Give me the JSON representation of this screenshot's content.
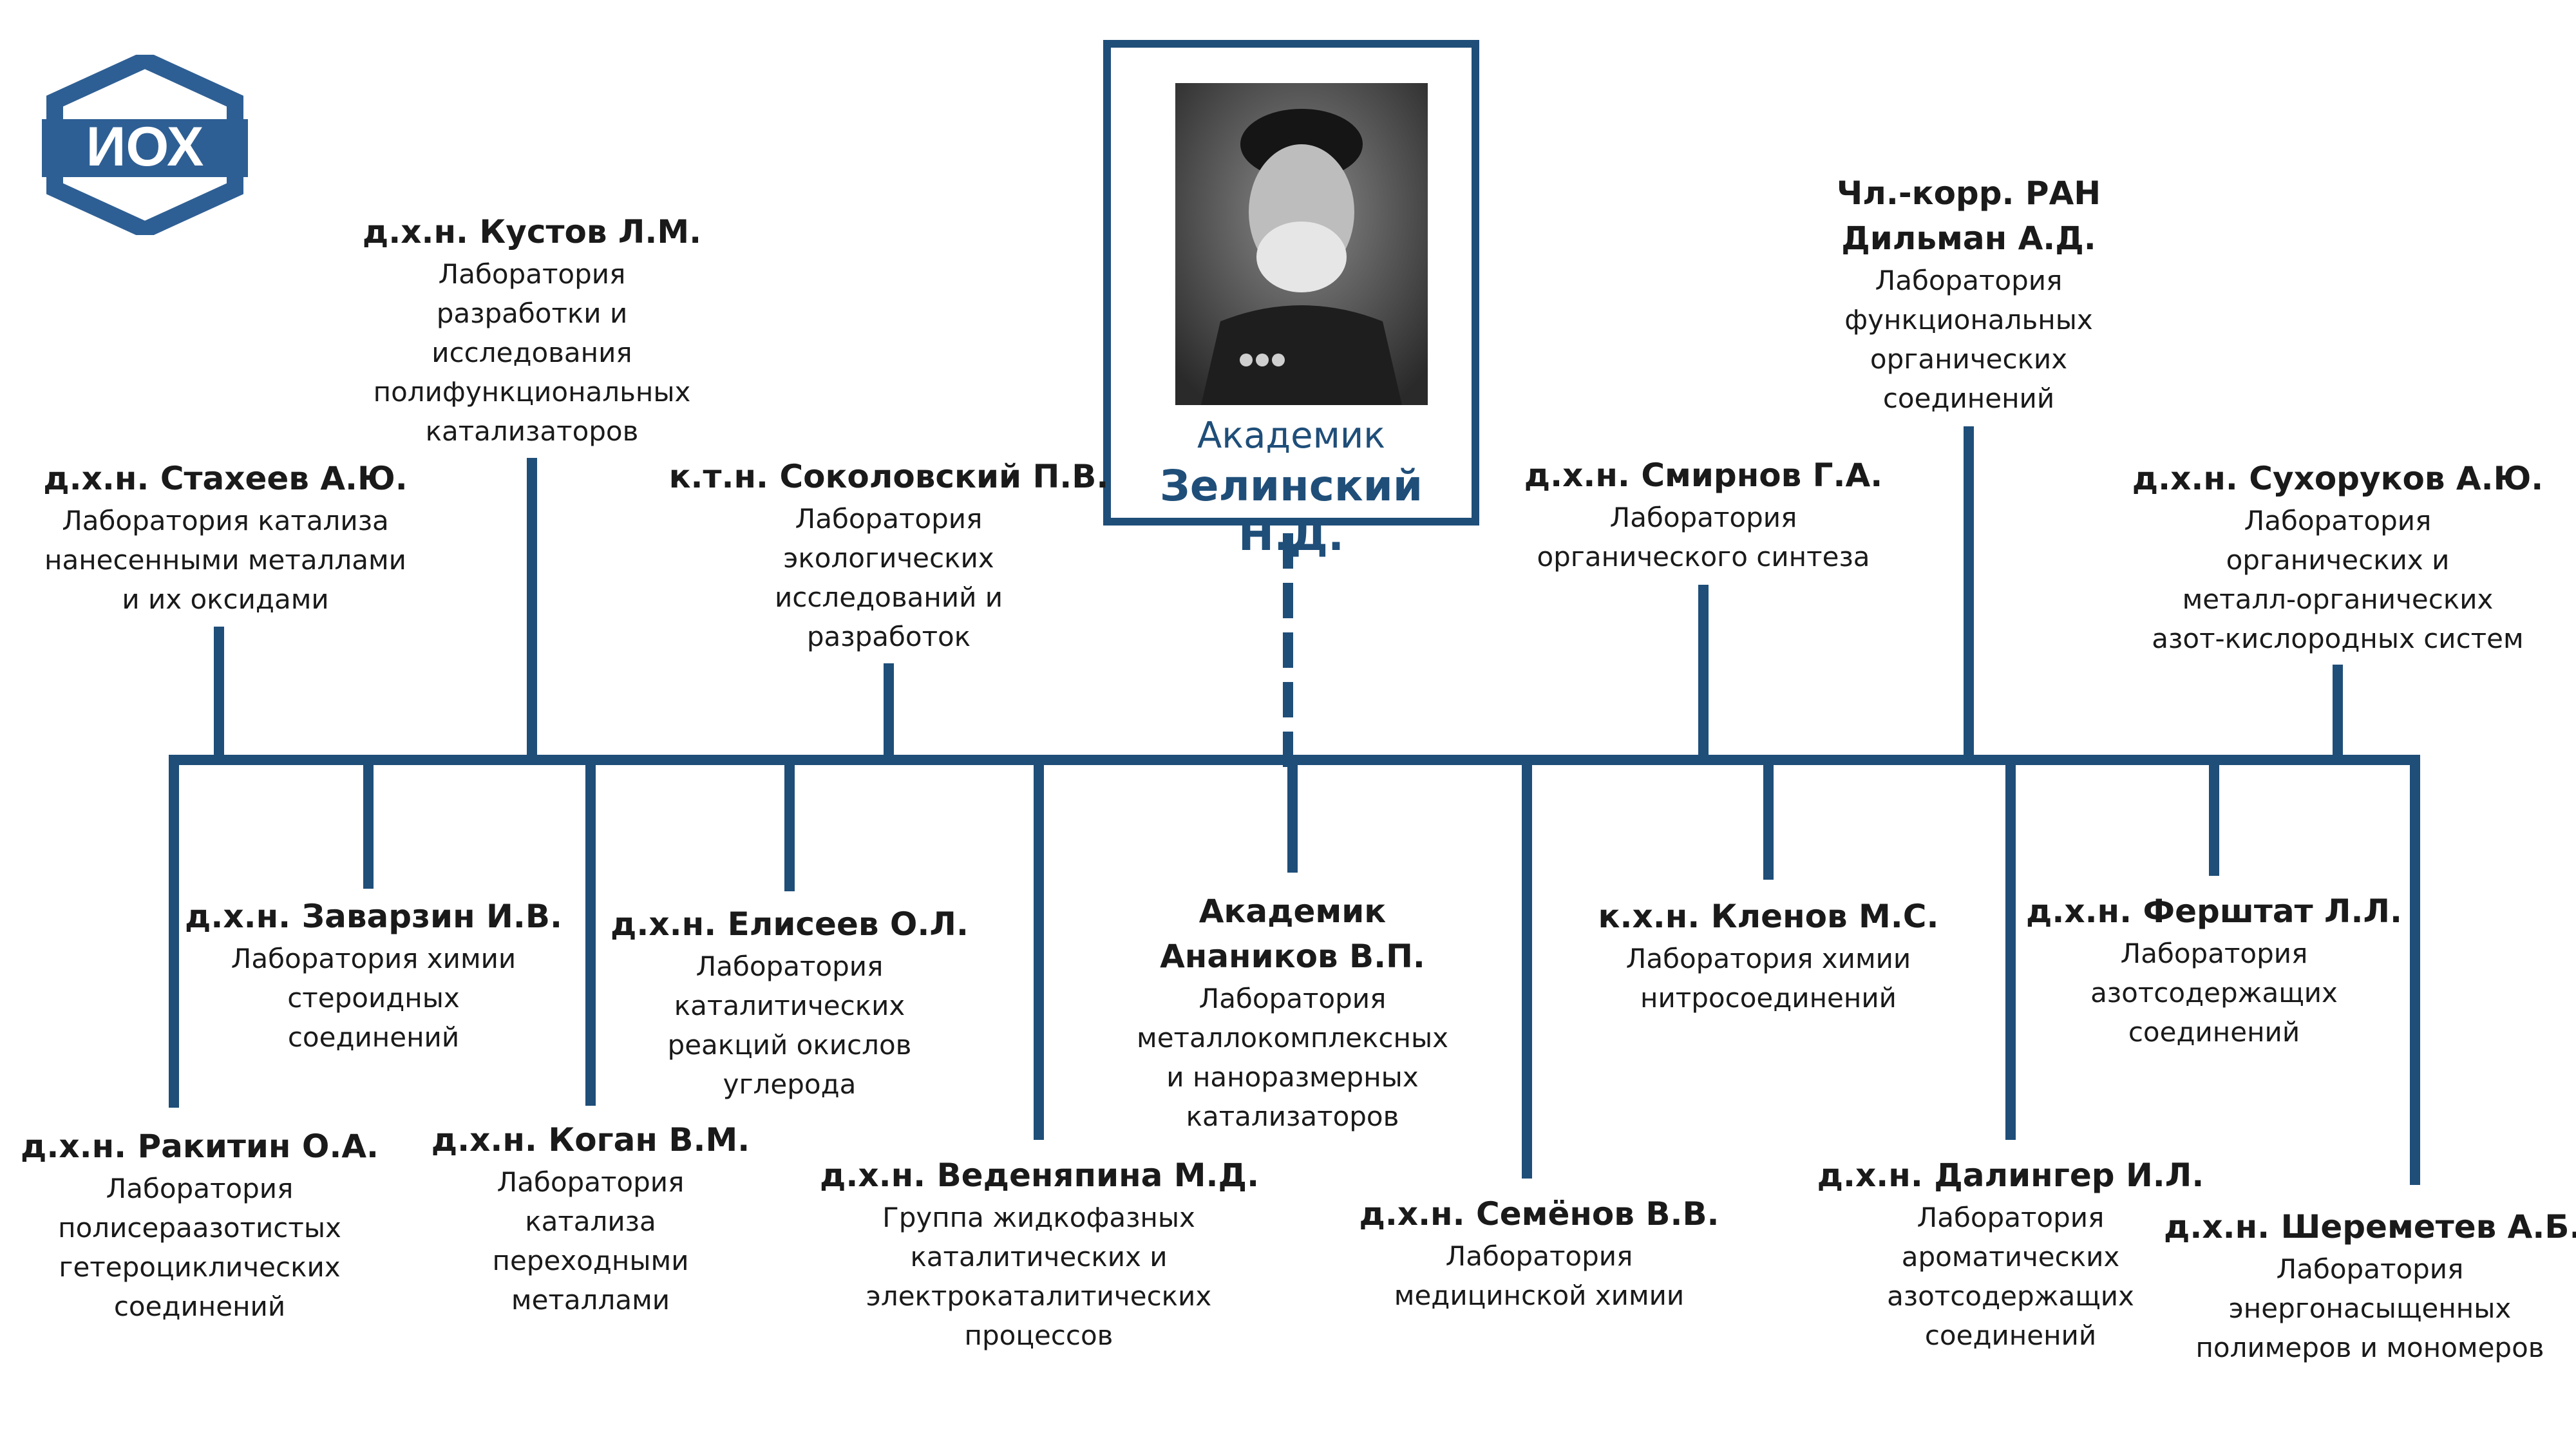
{
  "logo": {
    "text": "ИОХ",
    "color": "#2e5f94"
  },
  "colors": {
    "accent": "#1f4e79"
  },
  "center": {
    "title1": "Академик",
    "title2": "Зелинский Н.Д."
  },
  "top_nodes": [
    {
      "name": "д.х.н. Стахеев А.Ю.",
      "lines": [
        "Лаборатория катализа",
        "нанесенными металлами",
        "и их оксидами"
      ]
    },
    {
      "name": "д.х.н. Кустов Л.М.",
      "lines": [
        "Лаборатория",
        "разработки и",
        "исследования",
        "полифункциональных",
        "катализаторов"
      ]
    },
    {
      "name": "к.т.н. Соколовский П.В.",
      "lines": [
        "Лаборатория",
        "экологических",
        "исследований и",
        "разработок"
      ]
    },
    {
      "name": "д.х.н. Смирнов Г.А.",
      "lines": [
        "Лаборатория",
        "органического синтеза"
      ]
    },
    {
      "name_lines": [
        "Чл.-корр. РАН",
        "Дильман А.Д."
      ],
      "lines": [
        "Лаборатория",
        "функциональных",
        "органических",
        "соединений"
      ]
    },
    {
      "name": "д.х.н. Сухоруков А.Ю.",
      "lines": [
        "Лаборатория",
        "органических и",
        "металл-органических",
        "азот-кислородных систем"
      ]
    }
  ],
  "bottom_nodes": [
    {
      "name": "д.х.н. Ракитин О.А.",
      "lines": [
        "Лаборатория",
        "полисераазотистых",
        "гетероциклических",
        "соединений"
      ]
    },
    {
      "name": "д.х.н. Заварзин И.В.",
      "lines": [
        "Лаборатория химии",
        "стероидных",
        "соединений"
      ]
    },
    {
      "name": "д.х.н. Коган В.М.",
      "lines": [
        "Лаборатория",
        "катализа",
        "переходными",
        "металлами"
      ]
    },
    {
      "name": "д.х.н. Елисеев О.Л.",
      "lines": [
        "Лаборатория",
        "каталитических",
        "реакций окислов",
        "углерода"
      ]
    },
    {
      "name": "д.х.н. Веденяпина М.Д.",
      "lines": [
        "Группа жидкофазных",
        "каталитических и",
        "электрокаталитических",
        "процессов"
      ]
    },
    {
      "name_lines": [
        "Академик",
        "Анаников В.П."
      ],
      "lines": [
        "Лаборатория",
        "металлокомплексных",
        "и наноразмерных",
        "катализаторов"
      ]
    },
    {
      "name": "д.х.н. Семёнов В.В.",
      "lines": [
        "Лаборатория",
        "медицинской химии"
      ]
    },
    {
      "name": "к.х.н. Кленов М.С.",
      "lines": [
        "Лаборатория химии",
        "нитросоединений"
      ]
    },
    {
      "name": "д.х.н. Далингер И.Л.",
      "lines": [
        "Лаборатория",
        "ароматических",
        "азотсодержащих",
        "соединений"
      ]
    },
    {
      "name": "д.х.н. Ферштат Л.Л.",
      "lines": [
        "Лаборатория",
        "азотсодержащих",
        "соединений"
      ]
    },
    {
      "name": "д.х.н. Шереметев А.Б.",
      "lines": [
        "Лаборатория",
        "энергонасыщенных",
        "полимеров и мономеров"
      ]
    }
  ]
}
